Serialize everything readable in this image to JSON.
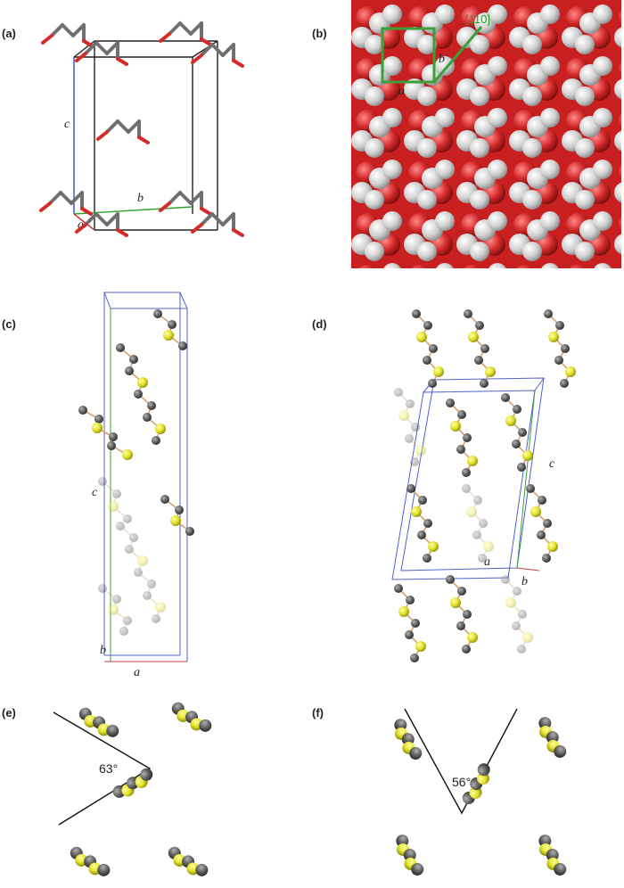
{
  "panels": [
    {
      "id": "a",
      "label": "(a)"
    },
    {
      "id": "b",
      "label": "(b)"
    },
    {
      "id": "c",
      "label": "(c)"
    },
    {
      "id": "d",
      "label": "(d)"
    },
    {
      "id": "e",
      "label": "(e)"
    },
    {
      "id": "f",
      "label": "(f)"
    }
  ],
  "panel_a": {
    "axis_a": "a",
    "axis_b": "b",
    "axis_c": "c"
  },
  "panel_b": {
    "axis_a": "a",
    "axis_b": "b",
    "direction": "[110]"
  },
  "panel_c": {
    "axis_a": "a",
    "axis_b": "b",
    "axis_c": "c"
  },
  "panel_d": {
    "axis_a": "a",
    "axis_b": "b",
    "axis_c": "c"
  },
  "panel_e": {
    "angle": "63°"
  },
  "panel_f": {
    "angle": "56°"
  },
  "colors": {
    "carbon": "#6f6f6f",
    "oxygen": "#d42a2a",
    "hydrogen": "#d9d9d9",
    "sulfur": "#e3e32a",
    "cell_edge": "#222222",
    "axis_a": "#d02020",
    "axis_b": "#2aa02a",
    "axis_c": "#3050c0",
    "green_marker": "#3aa03a"
  }
}
